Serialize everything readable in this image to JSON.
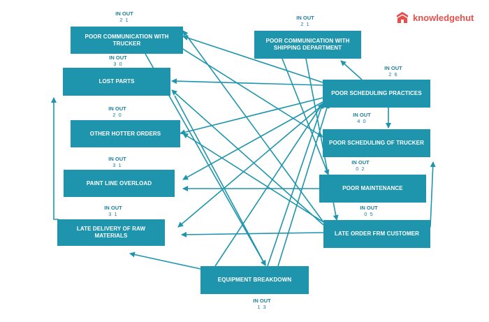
{
  "logo": {
    "text": "knowledgehut",
    "color": "#e5504b"
  },
  "colors": {
    "box": "#1e95ad",
    "arrow": "#1e95ad",
    "label": "#1e7f99"
  },
  "io_label": "IN OUT",
  "nodes": [
    {
      "id": "comm_trucker",
      "label": "POOR COMMUNICATION WITH TRUCKER",
      "io": "2  1"
    },
    {
      "id": "lost_parts",
      "label": "LOST PARTS",
      "io": "3  0"
    },
    {
      "id": "hotter_orders",
      "label": "OTHER HOTTER ORDERS",
      "io": "2  0"
    },
    {
      "id": "paint_line",
      "label": "PAINT LINE OVERLOAD",
      "io": "3 1"
    },
    {
      "id": "late_raw",
      "label": "LATE DELIVERY OF RAW MATERIALS",
      "io": "3 1"
    },
    {
      "id": "equipment",
      "label": "EQUIPMENT BREAKDOWN",
      "io": "1 3"
    },
    {
      "id": "comm_shipping",
      "label": "POOR COMMUNICATION WITH SHIPPING DEPARTMENT",
      "io": "2  1"
    },
    {
      "id": "sched_practices",
      "label": "POOR SCHEDULING PRACTICES",
      "io": "2  6"
    },
    {
      "id": "sched_trucker",
      "label": "POOR SCHEDULING  OF TRUCKER",
      "io": "4  0"
    },
    {
      "id": "maintenance",
      "label": "POOR MAINTENANCE",
      "io": "0 2"
    },
    {
      "id": "late_order",
      "label": "LATE ORDER FRM CUSTOMER",
      "io": "0 5"
    }
  ]
}
